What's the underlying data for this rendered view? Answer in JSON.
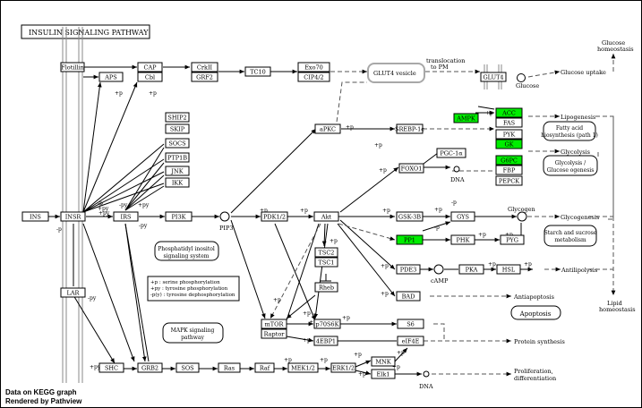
{
  "title": "INSULIN SIGNALING PATHWAY",
  "footer": [
    "Data on KEGG graph",
    "Rendered by Pathview"
  ],
  "colors": {
    "highlight": "#00ee00",
    "box_fill": "#ffffff",
    "line": "#000000",
    "dashed": "#555555",
    "glut4_vesicle_border": "#a8a8a8"
  },
  "genes": [
    {
      "id": "flotillin",
      "label": "Flotillin",
      "highlighted": false
    },
    {
      "id": "cap",
      "label": "CAP",
      "highlighted": false
    },
    {
      "id": "cbl",
      "label": "Cbl",
      "highlighted": false
    },
    {
      "id": "aps",
      "label": "APS",
      "highlighted": false
    },
    {
      "id": "crkii",
      "label": "CrkII",
      "highlighted": false
    },
    {
      "id": "grf2",
      "label": "GRF2",
      "highlighted": false
    },
    {
      "id": "tc10",
      "label": "TC10",
      "highlighted": false
    },
    {
      "id": "exo70",
      "label": "Exo70",
      "highlighted": false
    },
    {
      "id": "cip4",
      "label": "CIP4/2",
      "highlighted": false
    },
    {
      "id": "glut4",
      "label": "GLUT4",
      "highlighted": false
    },
    {
      "id": "ship2",
      "label": "SHIP2",
      "highlighted": false
    },
    {
      "id": "skip",
      "label": "SKIP",
      "highlighted": false
    },
    {
      "id": "socs",
      "label": "SOCS",
      "highlighted": false
    },
    {
      "id": "ptp1b",
      "label": "PTP1B",
      "highlighted": false
    },
    {
      "id": "jnk",
      "label": "JNK",
      "highlighted": false
    },
    {
      "id": "ikk",
      "label": "IKK",
      "highlighted": false
    },
    {
      "id": "apkc",
      "label": "aPKC",
      "highlighted": false
    },
    {
      "id": "srebp",
      "label": "SREBP-1c",
      "highlighted": false
    },
    {
      "id": "ampk",
      "label": "AMPK",
      "highlighted": true
    },
    {
      "id": "acc",
      "label": "ACC",
      "highlighted": true
    },
    {
      "id": "fas",
      "label": "FAS",
      "highlighted": false
    },
    {
      "id": "pyk",
      "label": "PYK",
      "highlighted": false
    },
    {
      "id": "gk",
      "label": "GK",
      "highlighted": true
    },
    {
      "id": "pgc",
      "label": "PGC-1α",
      "highlighted": false
    },
    {
      "id": "foxo1",
      "label": "FOXO1",
      "highlighted": false
    },
    {
      "id": "g6pc",
      "label": "G6PC",
      "highlighted": true
    },
    {
      "id": "fbp",
      "label": "FBP",
      "highlighted": false
    },
    {
      "id": "pepck",
      "label": "PEPCK",
      "highlighted": false
    },
    {
      "id": "ins",
      "label": "INS",
      "highlighted": false
    },
    {
      "id": "insr",
      "label": "INSR",
      "highlighted": false
    },
    {
      "id": "irs",
      "label": "IRS",
      "highlighted": false
    },
    {
      "id": "pi3k",
      "label": "PI3K",
      "highlighted": false
    },
    {
      "id": "pdk12",
      "label": "PDK1/2",
      "highlighted": false
    },
    {
      "id": "akt",
      "label": "Akt",
      "highlighted": false
    },
    {
      "id": "gsk3b",
      "label": "GSK-3B",
      "highlighted": false
    },
    {
      "id": "gys",
      "label": "GYS",
      "highlighted": false
    },
    {
      "id": "pp1",
      "label": "PP1",
      "highlighted": true
    },
    {
      "id": "phk",
      "label": "PHK",
      "highlighted": false
    },
    {
      "id": "pyg",
      "label": "PYG",
      "highlighted": false
    },
    {
      "id": "tsc2",
      "label": "TSC2",
      "highlighted": false
    },
    {
      "id": "tsc1",
      "label": "TSC1",
      "highlighted": false
    },
    {
      "id": "rheb",
      "label": "Rheb",
      "highlighted": false
    },
    {
      "id": "pde3",
      "label": "PDE3",
      "highlighted": false
    },
    {
      "id": "pka",
      "label": "PKA",
      "highlighted": false
    },
    {
      "id": "hsl",
      "label": "HSL",
      "highlighted": false
    },
    {
      "id": "bad",
      "label": "BAD",
      "highlighted": false
    },
    {
      "id": "lar",
      "label": "LAR",
      "highlighted": false
    },
    {
      "id": "mtor",
      "label": "mTOR",
      "highlighted": false
    },
    {
      "id": "raptor",
      "label": "Raptor",
      "highlighted": false
    },
    {
      "id": "p70s6k",
      "label": "p70S6K",
      "highlighted": false
    },
    {
      "id": "s6",
      "label": "S6",
      "highlighted": false
    },
    {
      "id": "ebp1",
      "label": "4EBP1",
      "highlighted": false
    },
    {
      "id": "eif4e",
      "label": "eIF4E",
      "highlighted": false
    },
    {
      "id": "shc",
      "label": "SHC",
      "highlighted": false
    },
    {
      "id": "grb2",
      "label": "GRB2",
      "highlighted": false
    },
    {
      "id": "sos",
      "label": "SOS",
      "highlighted": false
    },
    {
      "id": "ras",
      "label": "Ras",
      "highlighted": false
    },
    {
      "id": "raf",
      "label": "Raf",
      "highlighted": false
    },
    {
      "id": "mek12",
      "label": "MEK1/2",
      "highlighted": false
    },
    {
      "id": "erk12",
      "label": "ERK1/2",
      "highlighted": false
    },
    {
      "id": "mnk",
      "label": "MNK",
      "highlighted": false
    },
    {
      "id": "elk1",
      "label": "Elk1",
      "highlighted": false
    }
  ],
  "compounds": [
    {
      "id": "glucose",
      "label": "Glucose"
    },
    {
      "id": "dna1",
      "label": "DNA"
    },
    {
      "id": "pip3",
      "label": "PIP3"
    },
    {
      "id": "glycogen",
      "label": "Glycogen"
    },
    {
      "id": "camp",
      "label": "cAMP"
    },
    {
      "id": "dna2",
      "label": "DNA"
    }
  ],
  "pathways": [
    {
      "id": "fatty-acid",
      "lines": [
        "Fatty acid",
        "biosynthesis (path 1)"
      ]
    },
    {
      "id": "glycolysis",
      "lines": [
        "Glycolysis /",
        "Glucose ogenesis"
      ]
    },
    {
      "id": "starch",
      "lines": [
        "Starch and sucrose",
        "metabolism"
      ]
    },
    {
      "id": "phosphatidyl",
      "lines": [
        "Phosphatidyl inositol",
        "signaling system"
      ]
    },
    {
      "id": "apoptosis",
      "lines": [
        "Apoptosis"
      ]
    },
    {
      "id": "mapk",
      "lines": [
        "MAPK signaling",
        "pathway"
      ]
    }
  ],
  "vesicle": "GLUT4 vesicle",
  "annotations": {
    "translocation": [
      "translocation",
      "to PM"
    ],
    "glucose_homeostasis": [
      "Glucose",
      "homeostasis"
    ],
    "glucose_uptake": "Glucose uptake",
    "lipogenesis": "Lipogenesis",
    "glycolysis": "Glycolysis",
    "glycogenesis": "Glycogenesis",
    "antilipolysis": "Antilipolysis",
    "antiapoptosis": "Antiapoptosis",
    "protein_synthesis": "Protein synthesis",
    "proliferation": [
      "Proliferation,",
      "differentiation"
    ],
    "lipid_homeostasis": [
      "Lipid",
      "homeostasis"
    ]
  },
  "legend": [
    "+p : serine phosphorylation",
    "+py : tyrosine phosphorylation",
    "-p(y) : tyrosine dephosphorylation"
  ],
  "edge_labels": [
    "+p",
    "+p",
    "+p",
    "+p",
    "+p",
    "+p",
    "+p",
    "+p",
    "+p",
    "+p",
    "+p",
    "+p",
    "+p",
    "+p",
    "+p",
    "+p",
    "+p",
    "+p",
    "+p",
    "+p",
    "+p",
    "+p",
    "+p",
    "+p",
    "+p",
    "+p",
    "+p",
    "+p",
    "-p",
    "-p",
    "-p",
    "-p",
    "+py",
    "+py",
    "+py",
    "+py",
    "-py",
    "-py",
    "-py"
  ]
}
